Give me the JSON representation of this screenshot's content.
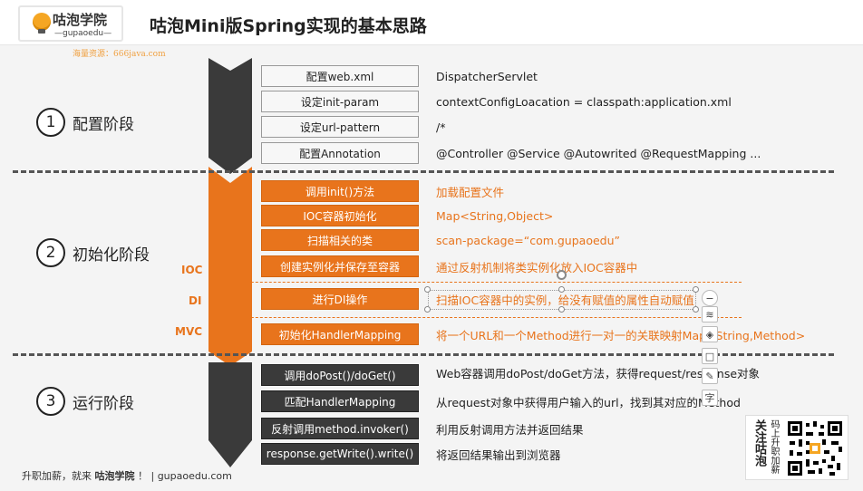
{
  "header": {
    "logo_name": "咕泡学院",
    "logo_sub": "—gupaoedu—",
    "title": "咕泡Mini版Spring实现的基本思路",
    "watermark": "海量资源：666java.com"
  },
  "phases": [
    {
      "num": "1",
      "label": "配置阶段"
    },
    {
      "num": "2",
      "label": "初始化阶段"
    },
    {
      "num": "3",
      "label": "运行阶段"
    }
  ],
  "side_tags": {
    "ioc": "IOC",
    "di": "DI",
    "mvc": "MVC"
  },
  "config_steps": [
    {
      "label": "配置web.xml",
      "desc": "DispatcherServlet"
    },
    {
      "label": "设定init-param",
      "desc": "contextConfigLoacation = classpath:application.xml"
    },
    {
      "label": "设定url-pattern",
      "desc": "/*"
    },
    {
      "label": "配置Annotation",
      "desc": "@Controller  @Service  @Autowrited @RequestMapping ..."
    }
  ],
  "init_steps": [
    {
      "label": "调用init()方法",
      "desc": "加载配置文件"
    },
    {
      "label": "IOC容器初始化",
      "desc": "Map<String,Object>"
    },
    {
      "label": "扫描相关的类",
      "desc": "scan-package=“com.gupaoedu”"
    },
    {
      "label": "创建实例化并保存至容器",
      "desc": "通过反射机制将类实例化放入IOC容器中"
    },
    {
      "label": "进行DI操作",
      "desc": "扫描IOC容器中的实例，给没有赋值的属性自动赋值"
    },
    {
      "label": "初始化HandlerMapping",
      "desc": "将一个URL和一个Method进行一对一的关联映射Map<String,Method>"
    }
  ],
  "run_steps": [
    {
      "label": "调用doPost()/doGet()",
      "desc": "Web容器调用doPost/doGet方法，获得request/response对象"
    },
    {
      "label": "匹配HandlerMapping",
      "desc": "从request对象中获得用户输入的url，找到其对应的Method"
    },
    {
      "label": "反射调用method.invoker()",
      "desc": "利用反射调用方法并返回结果"
    },
    {
      "label": "response.getWrite().write()",
      "desc": "将返回结果输出到浏览器"
    }
  ],
  "footer": {
    "prefix": "升职加薪，就来",
    "brand": "咕泡学院",
    "suffix": "！  |  gupaoedu.com"
  },
  "qr": {
    "main": "关注咕泡",
    "side": "码上升职加薪"
  },
  "floating_toolbar": [
    "minus-icon",
    "layers-icon",
    "style-icon",
    "frame-icon",
    "pen-icon",
    "text-icon"
  ],
  "colors": {
    "accent": "#e8741c",
    "dark": "#3a3a3a",
    "step_light_bg": "#f7f7f7"
  }
}
